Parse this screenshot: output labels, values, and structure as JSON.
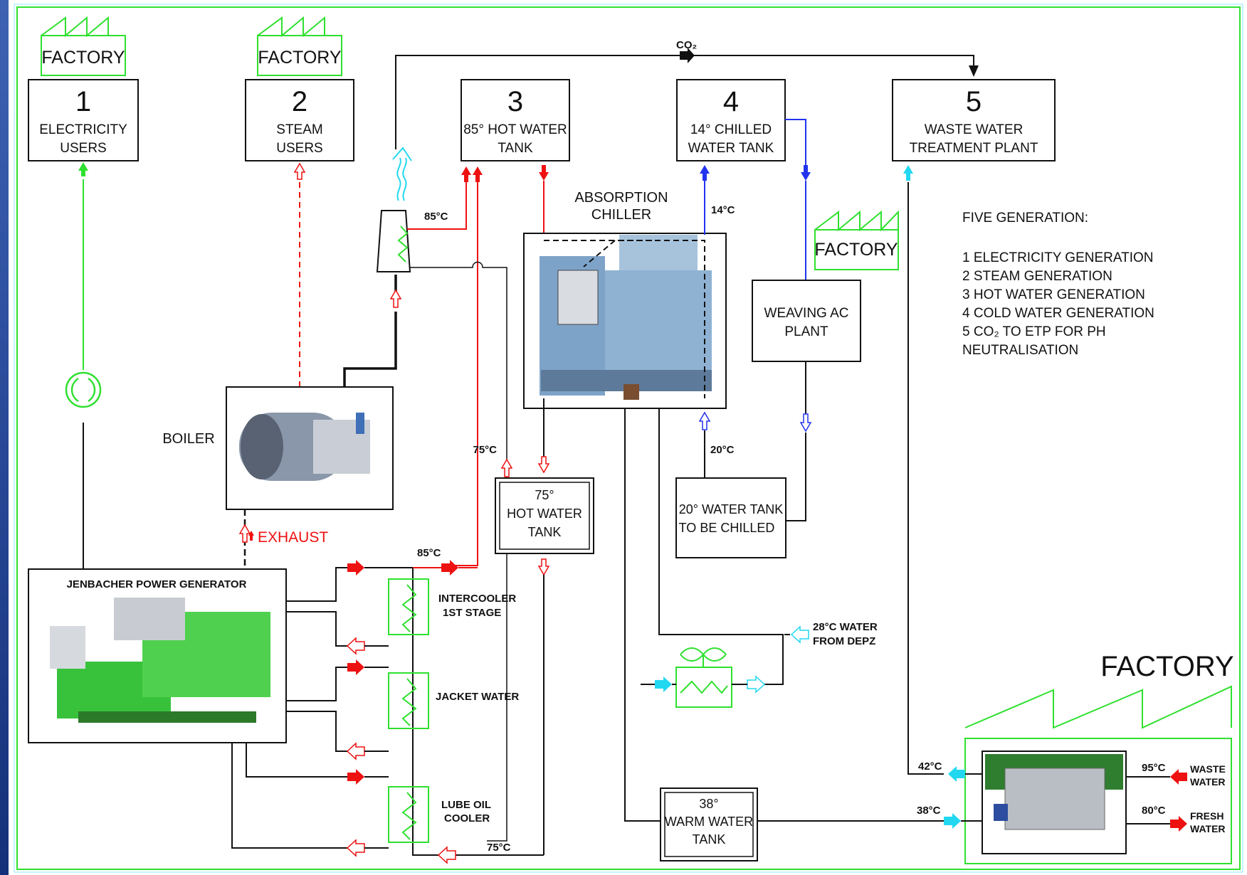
{
  "boxes": {
    "electricity_users": {
      "num": "1",
      "line1": "ELECTRICITY",
      "line2": "USERS"
    },
    "steam_users": {
      "num": "2",
      "line1": "STEAM",
      "line2": "USERS"
    },
    "hot_water_tank_85": {
      "num": "3",
      "line1": "85° HOT WATER",
      "line2": "TANK"
    },
    "chilled_water_tank_14": {
      "num": "4",
      "line1": "14° CHILLED",
      "line2": "WATER TANK"
    },
    "waste_water_plant": {
      "num": "5",
      "line1": "WASTE WATER",
      "line2": "TREATMENT PLANT"
    },
    "weaving_ac_plant": {
      "line1": "WEAVING AC",
      "line2": "PLANT"
    },
    "water_tank_20": {
      "line1": "20°  WATER TANK",
      "line2": "TO BE CHILLED"
    },
    "hot_water_tank_75": {
      "line1": "75°",
      "line2": "HOT WATER",
      "line3": "TANK"
    },
    "warm_water_tank_38": {
      "line1": "38°",
      "line2": "WARM WATER",
      "line3": "TANK"
    }
  },
  "factory_labels": {
    "f1": "FACTORY",
    "f2": "FACTORY",
    "f3": "FACTORY",
    "f4": "FACTORY"
  },
  "equipment": {
    "generator": "JENBACHER POWER GENERATOR",
    "boiler": "BOILER",
    "absorption_chiller_line1": "ABSORPTION",
    "absorption_chiller_line2": "CHILLER",
    "intercooler_line1": "INTERCOOLER",
    "intercooler_line2": "1ST STAGE",
    "jacket_water": "JACKET WATER",
    "lube_line1": "LUBE OIL",
    "lube_line2": "COOLER",
    "exhaust": "EXHAUST",
    "co2": "CO₂"
  },
  "temperatures": {
    "t_85_flue": "85°C",
    "t_14": "14°C",
    "t_75_return": "75°C",
    "t_20": "20°C",
    "t_85_hx": "85°C",
    "t_75_bottom": "75°C",
    "t_28": "28°C WATER",
    "t_28_line2": "FROM DEPZ",
    "t_42": "42°C",
    "t_38": "38°C",
    "t_95": "95°C",
    "t_80": "80°C"
  },
  "inflows": {
    "waste_line1": "WASTE",
    "waste_line2": "WATER",
    "fresh_line1": "FRESH",
    "fresh_line2": "WATER"
  },
  "legend": {
    "title": "FIVE GENERATION:",
    "items": [
      "1  ELECTRICITY  GENERATION",
      "2  STEAM  GENERATION",
      "3  HOT  WATER  GENERATION",
      "4  COLD  WATER  GENERATION",
      "5  CO₂  TO  ETP  FOR  PH"
    ],
    "item5_cont": "NEUTRALISATION"
  },
  "colors": {
    "green": "#2fe02f",
    "red": "#ee1111",
    "blue": "#2233ee",
    "cyan": "#22d8f0",
    "black": "#111111"
  }
}
